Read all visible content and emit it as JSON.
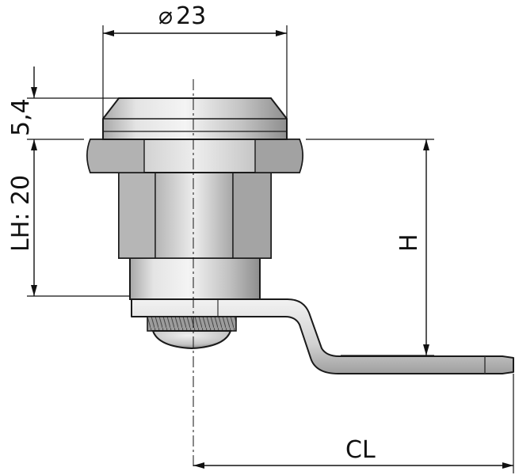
{
  "dimensions": {
    "diameter_symbol": "⌀",
    "diameter_value": "23",
    "flange_height": "5,4",
    "lock_height": "LH: 20",
    "cam_height": "H",
    "cam_length": "CL"
  },
  "colors": {
    "metal_light": "#ececec",
    "metal_mid": "#c9c9c9",
    "metal_dark": "#9a9a9a",
    "line": "#111111"
  }
}
